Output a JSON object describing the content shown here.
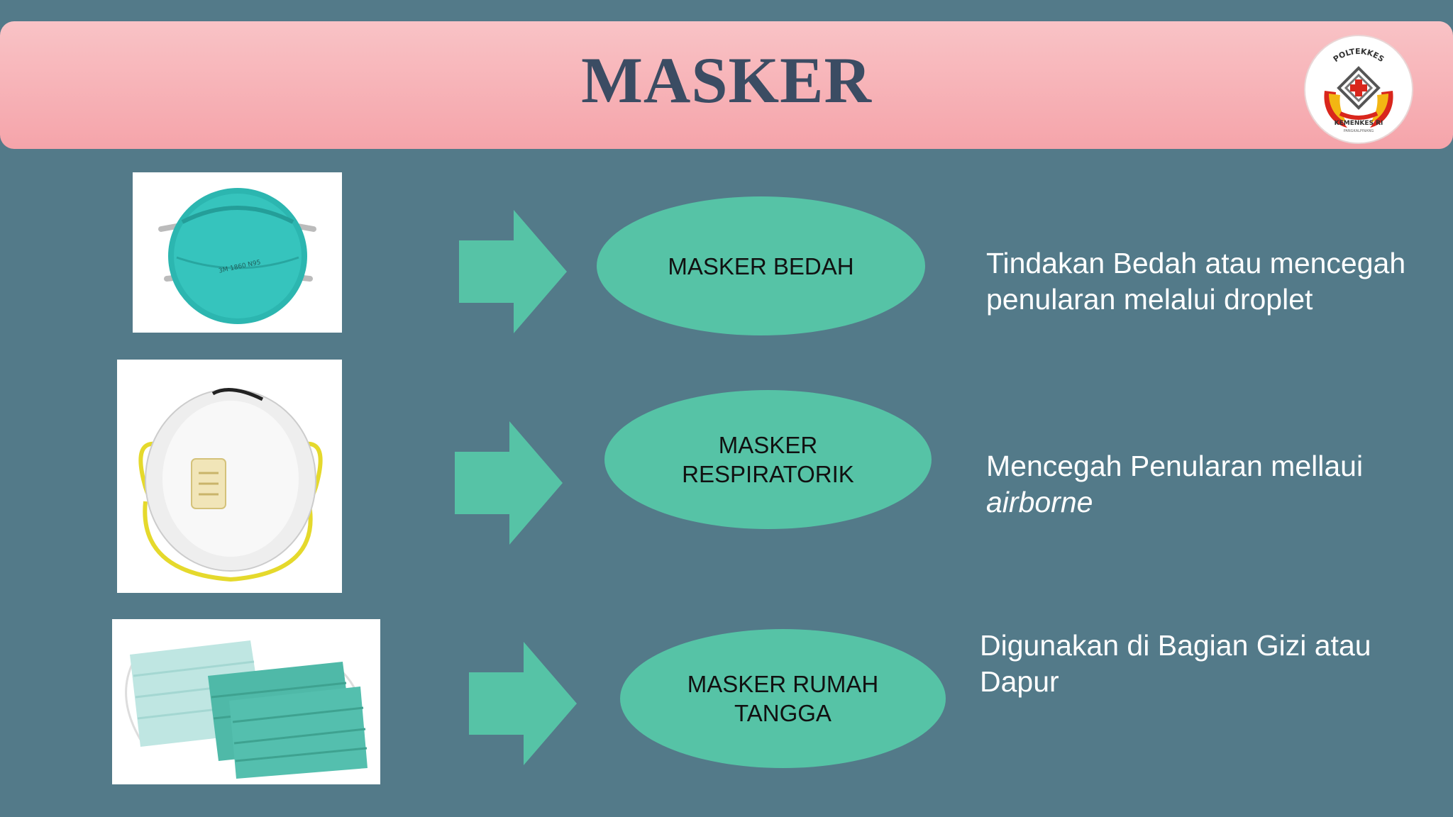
{
  "slide": {
    "title": "MASKER",
    "logo": {
      "top_text": "POLTEKKES",
      "bottom_text": "KEMENKES RI",
      "sub_text": "PANGKALPINANG"
    }
  },
  "rows": [
    {
      "image_icon": "n95-cup-mask-icon",
      "ellipse_label": "MASKER BEDAH",
      "description": "Tindakan Bedah atau mencegah penularan melalui droplet",
      "description_italic": ""
    },
    {
      "image_icon": "respirator-valve-mask-icon",
      "ellipse_label": "MASKER\nRESPIRATORIK",
      "description": "Mencegah Penularan mellaui",
      "description_italic": "airborne"
    },
    {
      "image_icon": "surgical-pleated-mask-icon",
      "ellipse_label": "MASKER RUMAH\nTANGGA",
      "description": "Digunakan di Bagian Gizi atau Dapur",
      "description_italic": ""
    }
  ],
  "colors": {
    "background": "#537a89",
    "banner": "#f7b3b7",
    "title": "#3b4c63",
    "accent": "#56c3a6"
  }
}
